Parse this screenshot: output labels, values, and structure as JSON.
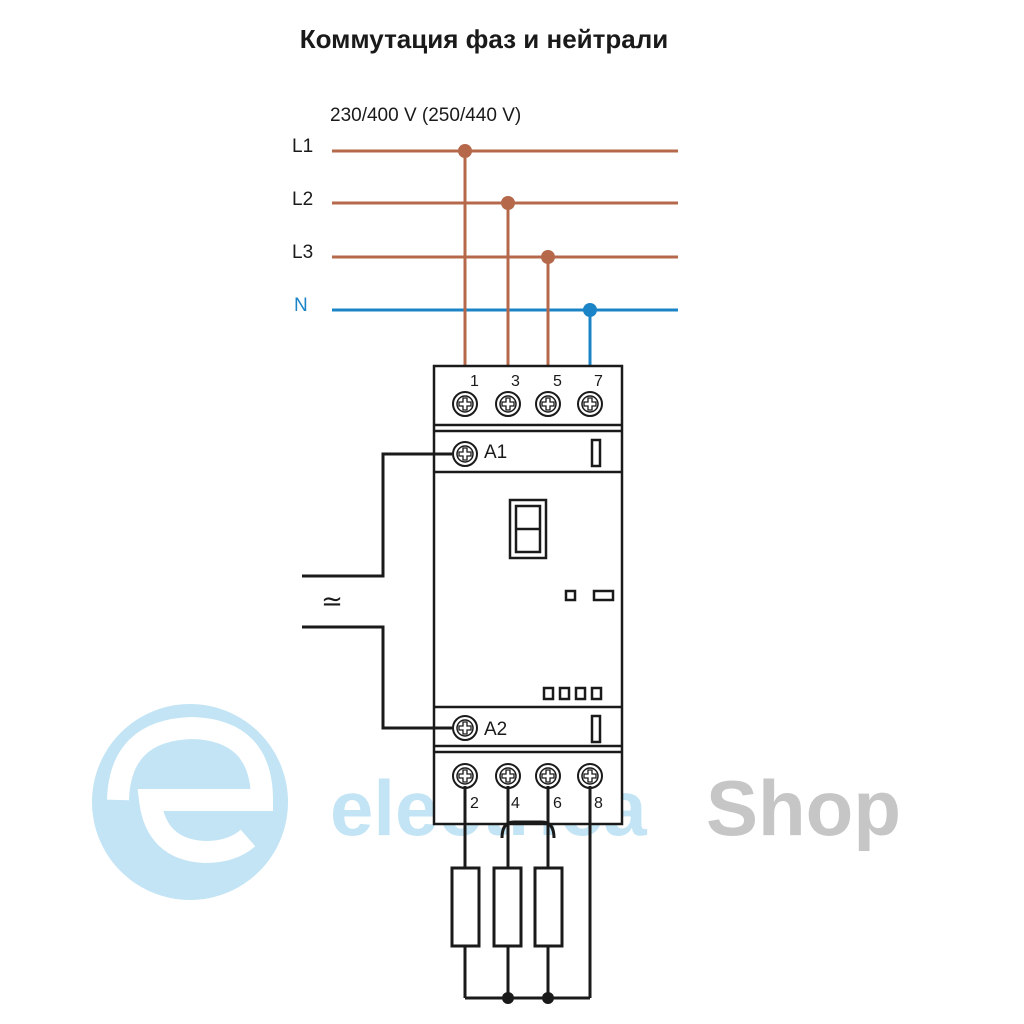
{
  "title": "Коммутация фаз и нейтрали",
  "voltage": "230/400 V (250/440 V)",
  "lines": [
    {
      "label": "L1",
      "color": "#b5684a"
    },
    {
      "label": "L2",
      "color": "#b5684a"
    },
    {
      "label": "L3",
      "color": "#b5684a"
    },
    {
      "label": "N",
      "color": "#1b84c7"
    }
  ],
  "terminals_top": [
    "1",
    "3",
    "5",
    "7"
  ],
  "terminals_bottom": [
    "2",
    "4",
    "6",
    "8"
  ],
  "coil": {
    "a1": "A1",
    "a2": "A2",
    "ac_symbol": "≃"
  },
  "watermark": {
    "part1": "electrica",
    "part2": "Shop",
    "color1": "#bfe3f5",
    "color2": "#c4c4c4"
  }
}
